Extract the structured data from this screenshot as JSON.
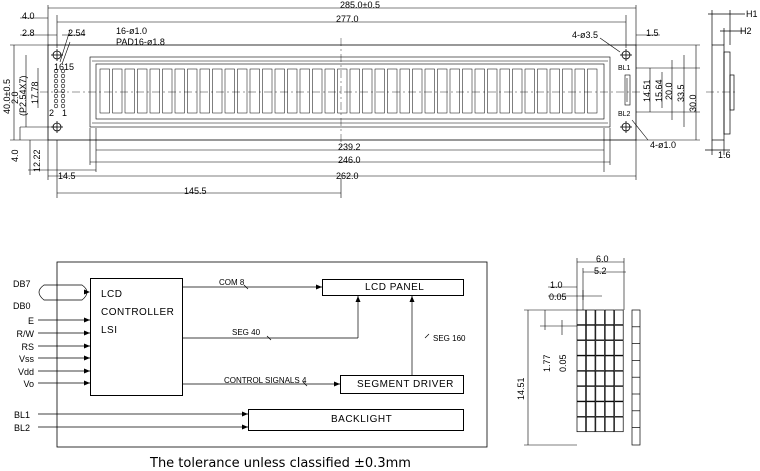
{
  "top_drawing": {
    "dims": {
      "overall_width": "285.0±0.5",
      "width_277": "277.0",
      "left_4": "4.0",
      "left_2_8": "2.8",
      "pitch_2_54": "2.54",
      "pad_holes": "16-ø1.0",
      "pad_size": "PAD16-ø1.8",
      "mount_holes": "4-ø3.5",
      "right_1_5": "1.5",
      "height_40": "40.0±0.5",
      "height_17_78": "17.78",
      "pitch_note": "(P2.54X7)",
      "height_2_0": "2.0",
      "bottom_4": "4.0",
      "bottom_12_22": "12.22",
      "view_239_2": "239.2",
      "aa_246": "246.0",
      "width_262": "262.0",
      "left_14_5": "14.5",
      "center_145_5": "145.5",
      "h_14_51": "14.51",
      "h_15_64": "15.64",
      "h_20": "20.0",
      "h_33_5": "33.5",
      "h_30": "30.0",
      "holes_1_0": "4-ø1.0",
      "side_1_6": "1.6",
      "pin_1": "1",
      "pin_2": "2",
      "pin_15": "15",
      "pin_16": "16",
      "bl1": "BL1",
      "bl2": "BL2"
    },
    "side_labels": {
      "h1": "H1",
      "h2": "H2"
    },
    "char_columns": 40
  },
  "block_diagram": {
    "inputs": [
      "DB7",
      "DB0",
      "E",
      "R/W",
      "RS",
      "Vss",
      "Vdd",
      "Vo"
    ],
    "backlight_inputs": [
      "BL1",
      "BL2"
    ],
    "blocks": {
      "controller": [
        "LCD",
        "CONTROLLER",
        "LSI"
      ],
      "panel": "LCD  PANEL",
      "driver": "SEGMENT  DRIVER",
      "backlight": "BACKLIGHT"
    },
    "signals": {
      "com": "COM 8",
      "seg40": "SEG 40",
      "seg160": "SEG 160",
      "control": "CONTROL SIGNALS 4"
    }
  },
  "dot_drawing": {
    "dims": {
      "w_6": "6.0",
      "w_5_2": "5.2",
      "d_1_0": "1.0",
      "d_0_05": "0.05",
      "h_14_51": "14.51",
      "h_1_77": "1.77",
      "v_0_05": "0.05"
    }
  },
  "tolerance_note": "The tolerance unless classified   ±0.3mm"
}
